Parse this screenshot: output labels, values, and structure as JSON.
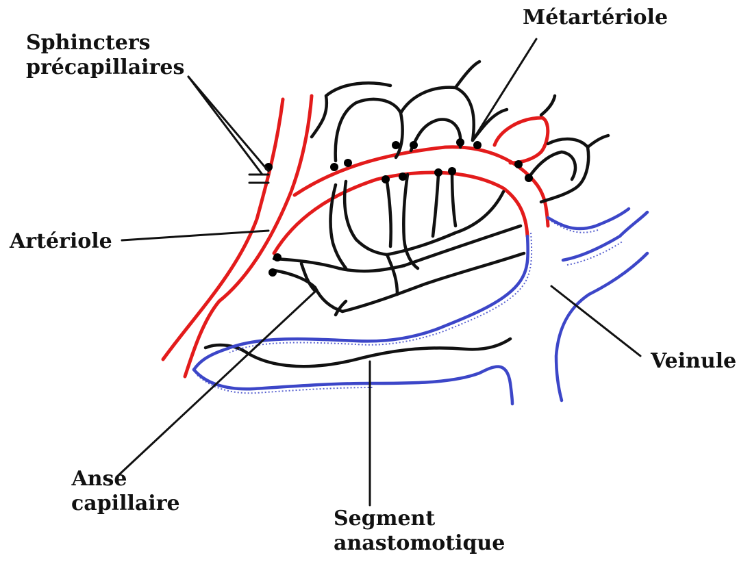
{
  "labels": {
    "sphincters": [
      "Sphincters",
      "précapillaires"
    ],
    "metarteriole": "Métartériole",
    "arteriole": "Artériole",
    "veinule": "Veinule",
    "anse": [
      "Anse",
      "capillaire"
    ],
    "segment": [
      "Segment",
      "anastomotique"
    ]
  },
  "colors": {
    "arterial": "#e31b1b",
    "venous": "#3c46c8",
    "capillary": "#111111",
    "sphincter": "#000000",
    "leader": "#111111",
    "background": "#ffffff"
  }
}
